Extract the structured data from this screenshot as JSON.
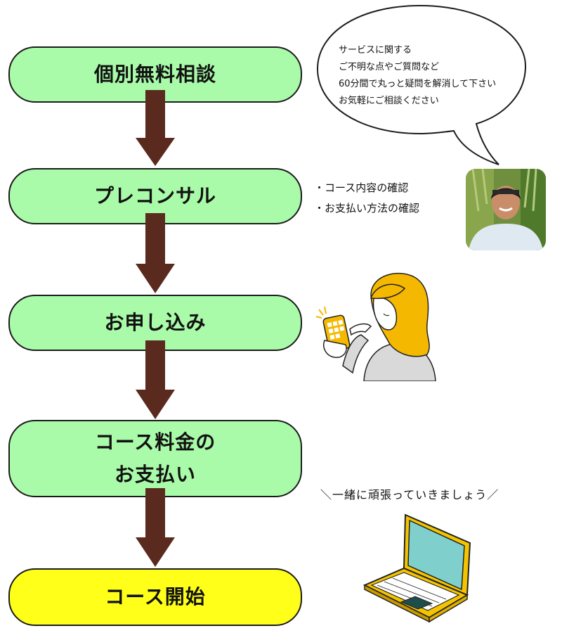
{
  "steps": [
    {
      "label": "個別無料相談",
      "fill": "#a9fba9"
    },
    {
      "label": "プレコンサル",
      "fill": "#a9fba9"
    },
    {
      "label": "お申し込み",
      "fill": "#a9fba9"
    },
    {
      "label_line1": "コース料金の",
      "label_line2": "お支払い",
      "fill": "#a9fba9"
    },
    {
      "label": "コース開始",
      "fill": "#ffff1a"
    }
  ],
  "arrow_color": "#5a2a1e",
  "speech_bubble": {
    "lines": [
      "サービスに関する",
      "ご不明な点やご質問など",
      "60分間で丸っと疑問を解消して下さい",
      "お気軽にご相談ください"
    ]
  },
  "checklist": [
    "・コース内容の確認",
    "・お支払い方法の確認"
  ],
  "cheer_text": "＼一緒に頑張っていきましょう／",
  "images": {
    "consultant_photo": "consultant-photo",
    "phone_woman": "woman-with-phone-illustration",
    "laptop": "laptop-illustration"
  }
}
